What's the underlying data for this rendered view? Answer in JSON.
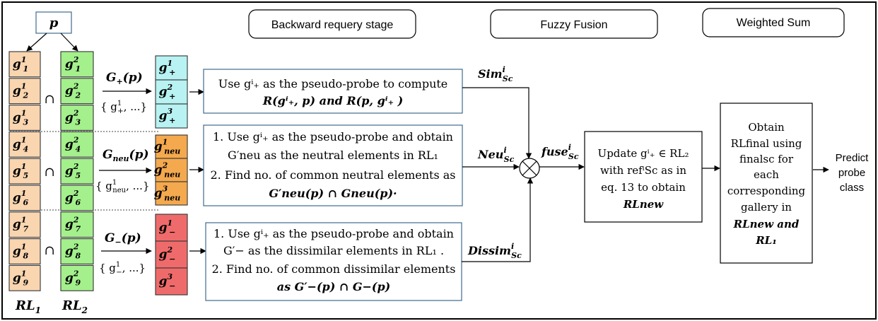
{
  "probe": "p",
  "stages": {
    "backward": "Backward requery stage",
    "fuzzy": "Fuzzy Fusion",
    "weighted": "Weighted Sum"
  },
  "rl1": {
    "label": "RL",
    "label_sub": "1",
    "items": [
      {
        "base": "g",
        "sub": "1",
        "sup": "1"
      },
      {
        "base": "g",
        "sub": "2",
        "sup": "1"
      },
      {
        "base": "g",
        "sub": "3",
        "sup": "1"
      },
      {
        "base": "g",
        "sub": "4",
        "sup": "1"
      },
      {
        "base": "g",
        "sub": "5",
        "sup": "1"
      },
      {
        "base": "g",
        "sub": "6",
        "sup": "1"
      },
      {
        "base": "g",
        "sub": "7",
        "sup": "1"
      },
      {
        "base": "g",
        "sub": "8",
        "sup": "1"
      },
      {
        "base": "g",
        "sub": "9",
        "sup": "1"
      }
    ]
  },
  "rl2": {
    "label": "RL",
    "label_sub": "2",
    "items": [
      {
        "base": "g",
        "sub": "1",
        "sup": "2"
      },
      {
        "base": "g",
        "sub": "2",
        "sup": "2"
      },
      {
        "base": "g",
        "sub": "3",
        "sup": "2"
      },
      {
        "base": "g",
        "sub": "4",
        "sup": "2"
      },
      {
        "base": "g",
        "sub": "5",
        "sup": "2"
      },
      {
        "base": "g",
        "sub": "6",
        "sup": "2"
      },
      {
        "base": "g",
        "sub": "7",
        "sup": "2"
      },
      {
        "base": "g",
        "sub": "8",
        "sup": "2"
      },
      {
        "base": "g",
        "sub": "9",
        "sup": "2"
      }
    ]
  },
  "intersection_symbol": "∩",
  "groups": [
    {
      "name": "positive",
      "set_base": "G",
      "set_sub": "+",
      "set_arg": "(p)",
      "set_members": "{ g",
      "set_members_sub": "+",
      "set_members_sup": "1",
      "set_members_tail": ", ...}",
      "items": [
        {
          "base": "g",
          "sub": "+",
          "sup": "1"
        },
        {
          "base": "g",
          "sub": "+",
          "sup": "2"
        },
        {
          "base": "g",
          "sub": "+",
          "sup": "3"
        }
      ],
      "color": "#b8f2f2",
      "line1": "Use gⁱ₊ as the pseudo-probe to  compute",
      "line2": "R(gⁱ₊, p) and R(p, gⁱ₊ )",
      "edge_base": "Sim",
      "edge_sub": "Sc",
      "edge_sup": "i"
    },
    {
      "name": "neutral",
      "set_base": "G",
      "set_sub": "neu",
      "set_arg": "(p)",
      "set_members": "{ g",
      "set_members_sub": "neu",
      "set_members_sup": "1",
      "set_members_tail": ", ...}",
      "items": [
        {
          "base": "g",
          "sub": "neu",
          "sup": "1"
        },
        {
          "base": "g",
          "sub": "neu",
          "sup": "2"
        },
        {
          "base": "g",
          "sub": "neu",
          "sup": "3"
        }
      ],
      "color": "#f4a94e",
      "line1": "1. Use gⁱ₊  as the pseudo-probe and obtain",
      "line2": "G′neu as the neutral elements in RL₁",
      "line3": "2. Find no. of common  neutral elements as",
      "line4": "G′neu(p) ∩ Gneu(p)·",
      "edge_base": "Neu",
      "edge_sub": "Sc",
      "edge_sup": "i"
    },
    {
      "name": "negative",
      "set_base": "G",
      "set_sub": "−",
      "set_arg": "(p)",
      "set_members": "{ g",
      "set_members_sub": "−",
      "set_members_sup": "1",
      "set_members_tail": ", ...}",
      "items": [
        {
          "base": "g",
          "sub": "−",
          "sup": "1"
        },
        {
          "base": "g",
          "sub": "−",
          "sup": "2"
        },
        {
          "base": "g",
          "sub": "−",
          "sup": "3"
        }
      ],
      "color": "#ef6b6b",
      "line1": "1. Use gⁱ₊  as the pseudo-probe and obtain",
      "line2": "G′− as the dissimilar elements in RL₁ .",
      "line3": "2. Find no. of common  dissimilar elements",
      "line4": "as G′−(p) ∩ G−(p)",
      "edge_base": "Dissim",
      "edge_sub": "Sc",
      "edge_sup": "i"
    }
  ],
  "fuse": {
    "base": "fuse",
    "sub": "Sc",
    "sup": "i",
    "symbol": "⊗"
  },
  "update_box": {
    "line1": "Update gⁱ₊ ∈ RL₂",
    "line2": "with refⁱSc as in",
    "line3": "eq. 13 to obtain",
    "line4": "RLnew"
  },
  "obtain_box": {
    "line1": "Obtain",
    "line2": "RLfinal using",
    "line3": "finalsc for",
    "line4": "each",
    "line5": "corresponding",
    "line6": "gallery in",
    "line7": "RLnew and",
    "line8": "RL₁"
  },
  "output": {
    "line1": "Predict",
    "line2": "probe",
    "line3": "class"
  },
  "colors": {
    "rl1": "#f9d5b0",
    "rl2": "#a3f08c",
    "border": "#000000",
    "box_border": "#3f6a8e"
  }
}
